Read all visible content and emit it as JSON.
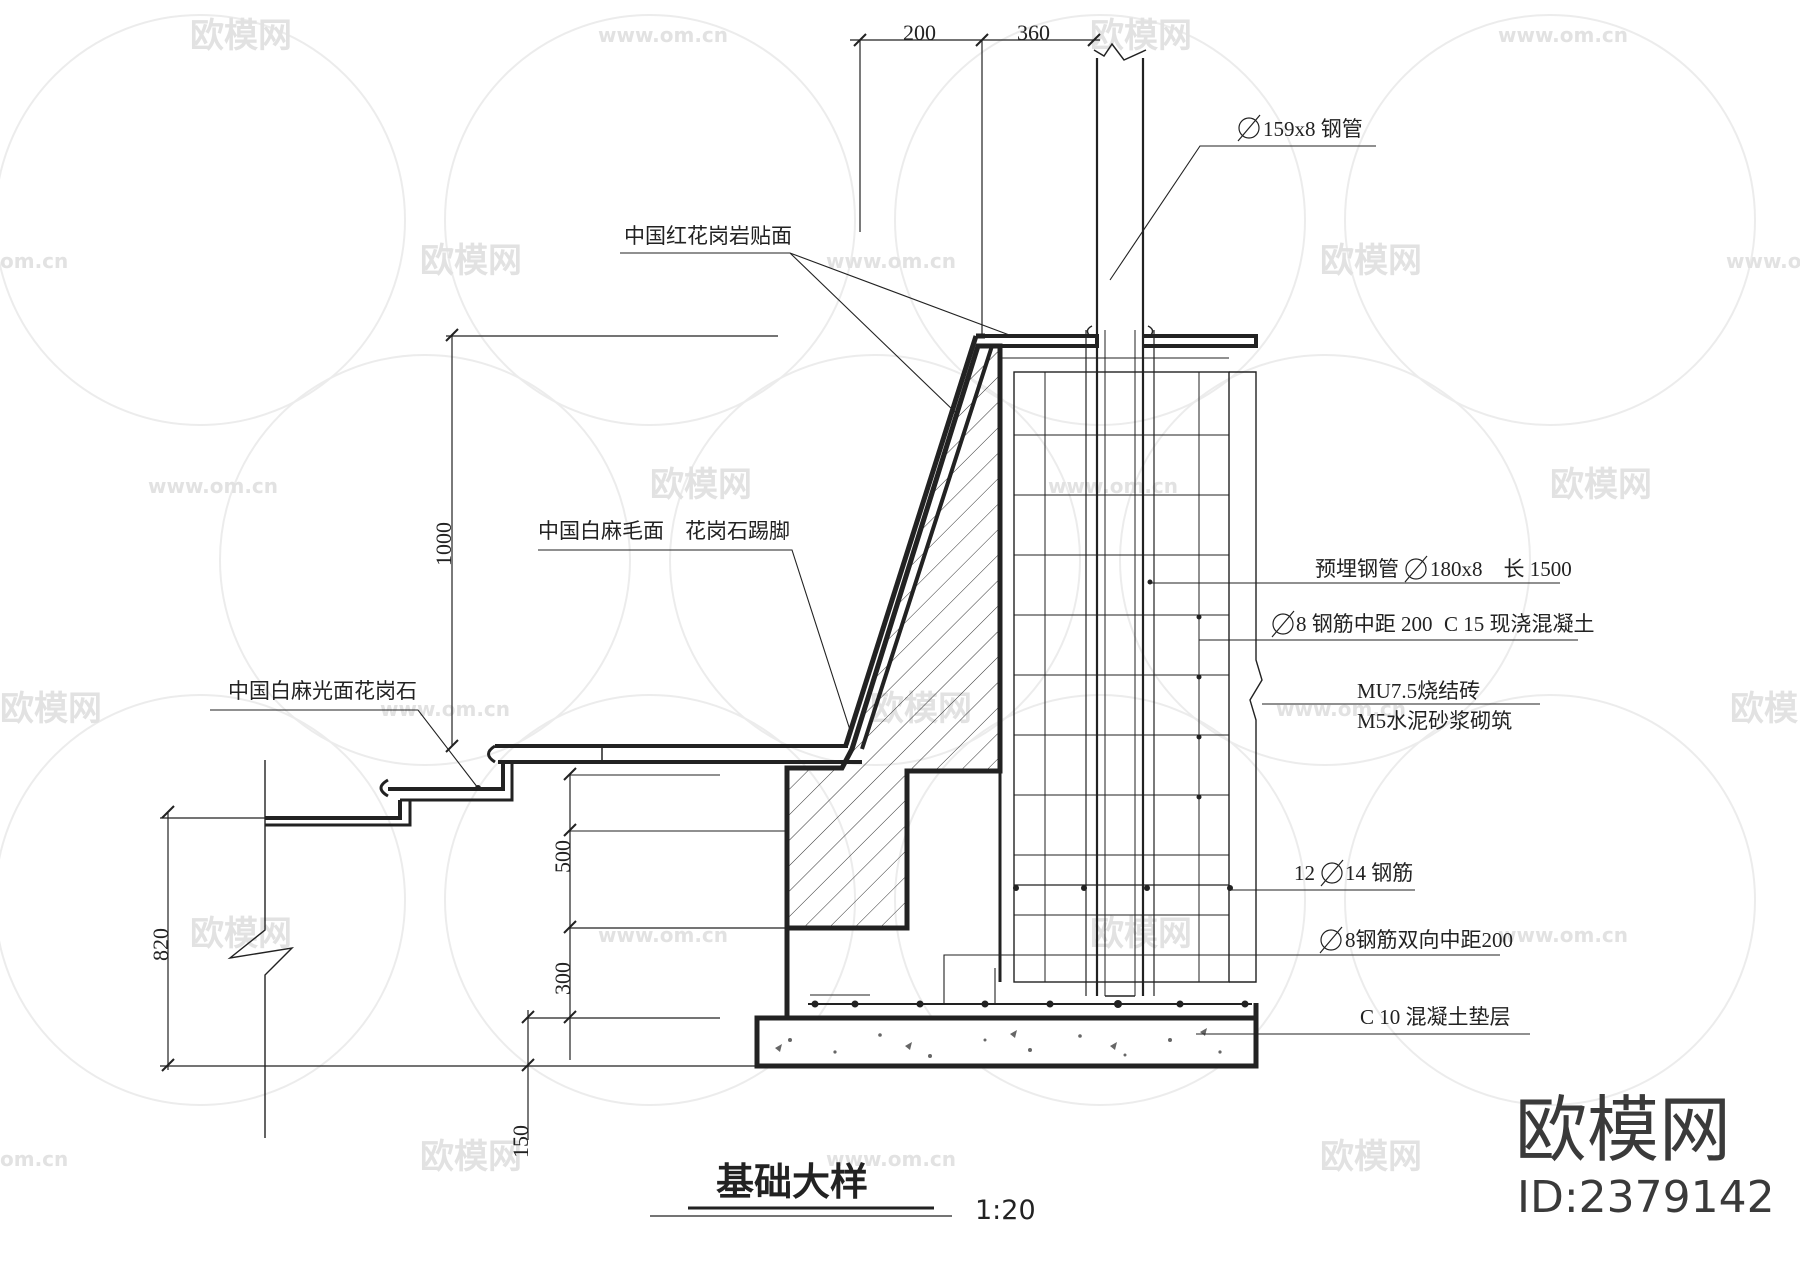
{
  "title": {
    "main": "基础大样",
    "scale": "1:20"
  },
  "brand": {
    "name": "欧模网",
    "id": "ID:2379142"
  },
  "watermark": {
    "logo_text": "欧模网",
    "url_text": "www.om.cn",
    "url_short": "om.cn"
  },
  "dimensions": {
    "top_left": "200",
    "top_right": "360",
    "height_1000": "1000",
    "height_500": "500",
    "height_300": "300",
    "height_820": "820",
    "height_150": "150"
  },
  "labels": {
    "red_granite": "中国红花岗岩贴面",
    "steel_pipe": "159x8 钢管",
    "skirting": "中国白麻毛面　花岗石踢脚",
    "white_granite": "中国白麻光面花岗石",
    "embedded_pipe_a": "预埋钢管",
    "embedded_pipe_b": "180x8　长 1500",
    "rebar_concrete_a": "8 钢筋中距 200",
    "rebar_concrete_b": "C 15 现浇混凝土",
    "brick": "MU7.5烧结砖",
    "mortar": "M5水泥砂浆砌筑",
    "rebar_12": "12",
    "rebar_14": "14 钢筋",
    "rebar_mesh": "8钢筋双向中距200",
    "cushion": "C 10 混凝土垫层"
  },
  "colors": {
    "line": "#222222",
    "watermark": "#e2e2e2",
    "brand": "#3a3a3a"
  }
}
